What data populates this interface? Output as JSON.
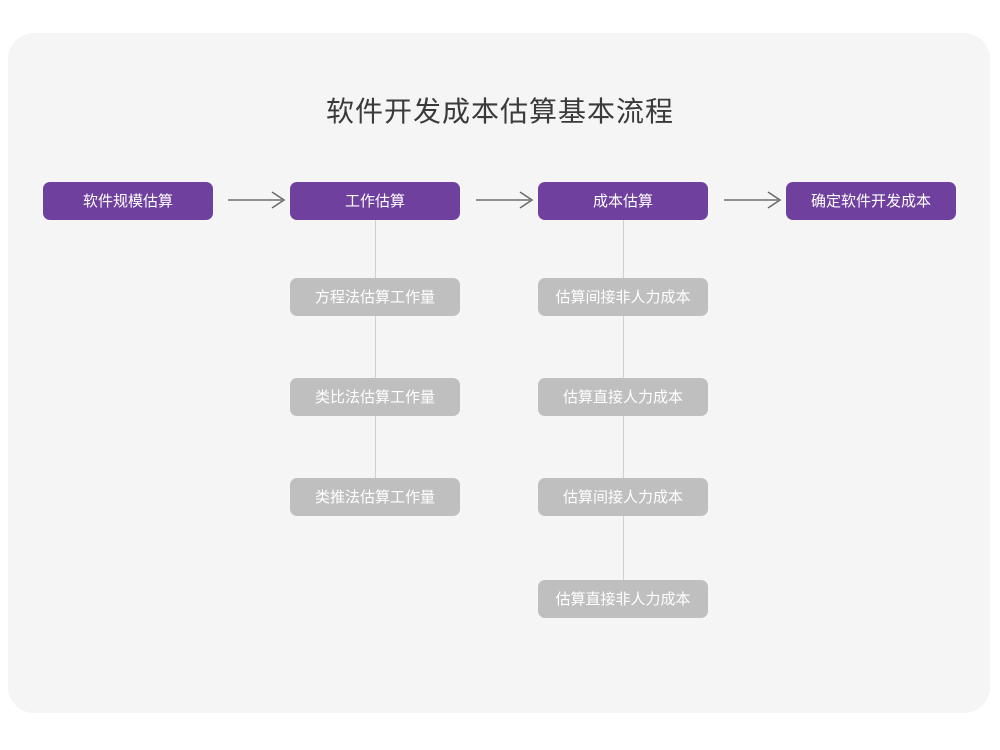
{
  "diagram": {
    "title": "软件开发成本估算基本流程",
    "stages": [
      {
        "id": "stage-1",
        "label": "软件规模估算"
      },
      {
        "id": "stage-2",
        "label": "工作估算"
      },
      {
        "id": "stage-3",
        "label": "成本估算"
      },
      {
        "id": "stage-4",
        "label": "确定软件开发成本"
      }
    ],
    "arrows": [
      {
        "id": "arrow-1",
        "glyph": "arrow-right-icon"
      },
      {
        "id": "arrow-2",
        "glyph": "arrow-right-icon"
      },
      {
        "id": "arrow-3",
        "glyph": "arrow-right-icon"
      }
    ],
    "branches": [
      {
        "parent": "工作估算",
        "items": [
          "方程法估算工作量",
          "类比法估算工作量",
          "类推法估算工作量"
        ]
      },
      {
        "parent": "成本估算",
        "items": [
          "估算间接非人力成本",
          "估算直接人力成本",
          "估算间接人力成本",
          "估算直接非人力成本"
        ]
      }
    ],
    "colors": {
      "primary": "#70409e",
      "secondary": "#bfbfbf",
      "card_background": "#f5f5f5",
      "page_background": "#ffffff",
      "title_text": "#3a3a3a",
      "node_text": "#ffffff",
      "connector": "#cfcfcf",
      "arrow": "#6e6e6e"
    }
  }
}
